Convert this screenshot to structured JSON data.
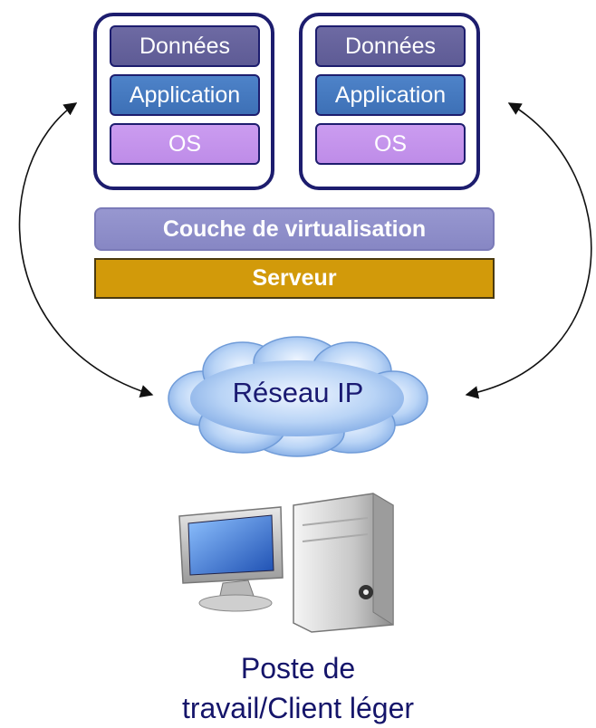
{
  "vms": [
    {
      "data": "Données",
      "application": "Application",
      "os": "OS"
    },
    {
      "data": "Données",
      "application": "Application",
      "os": "OS"
    }
  ],
  "virtualization_layer": "Couche de virtualisation",
  "server": "Serveur",
  "network": "Réseau IP",
  "client": {
    "line1": "Poste de",
    "line2": "travail/Client léger"
  },
  "colors": {
    "vm_border": "#1d1d6e",
    "data_layer": "#6d6aa3",
    "application_layer": "#4e83c9",
    "os_layer": "#cb9cf0",
    "virtualization_layer": "#9797d0",
    "server": "#d29a0a",
    "network_cloud": "#a9c8f2",
    "caption_text": "#15156a"
  },
  "icons": [
    "network-cloud-icon",
    "workstation-icon",
    "bidirectional-arrow-icon"
  ]
}
